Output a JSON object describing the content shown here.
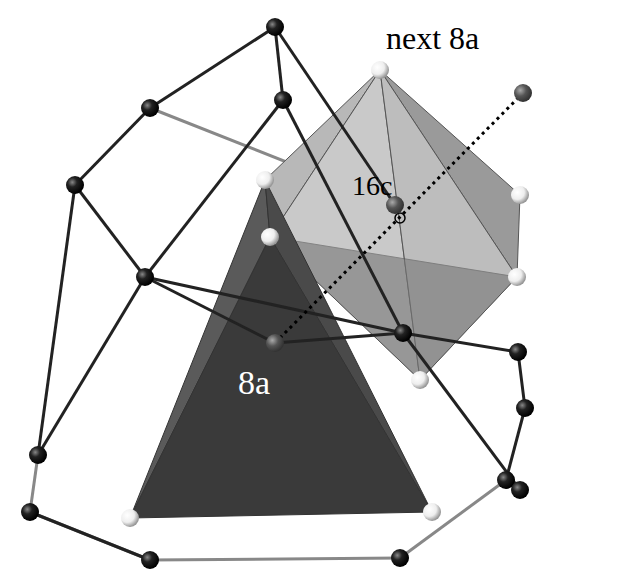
{
  "diagram": {
    "labels": [
      "next 8a",
      "16c",
      "8a"
    ]
  }
}
